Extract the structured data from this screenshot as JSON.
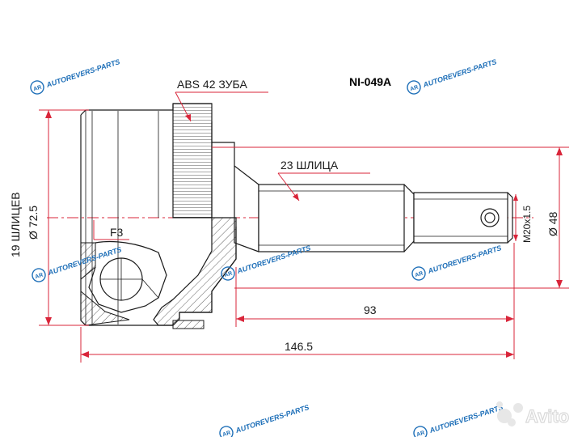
{
  "drawing": {
    "part_number": "NI-049A",
    "abs_label": "ABS 42 ЗУБА",
    "outer_spline_label": "23 ШЛИЦА",
    "inner_spline_label": "19 ШЛИЦЕВ",
    "outer_diameter_label": "Ø 72.5",
    "shaft_diameter_label": "Ø 48",
    "thread_label": "M20x1.5",
    "f3_label": "F3",
    "dim_93": "93",
    "dim_146": "146.5"
  },
  "watermarks": {
    "brand_text": "AUTOREVERS-PARTS",
    "logo_letters": "AR"
  },
  "avito": {
    "text": "Avito"
  },
  "colors": {
    "dimension_red": "#d9253a",
    "outline": "#1a1a1a",
    "watermark_blue": "#1e6fb8"
  }
}
